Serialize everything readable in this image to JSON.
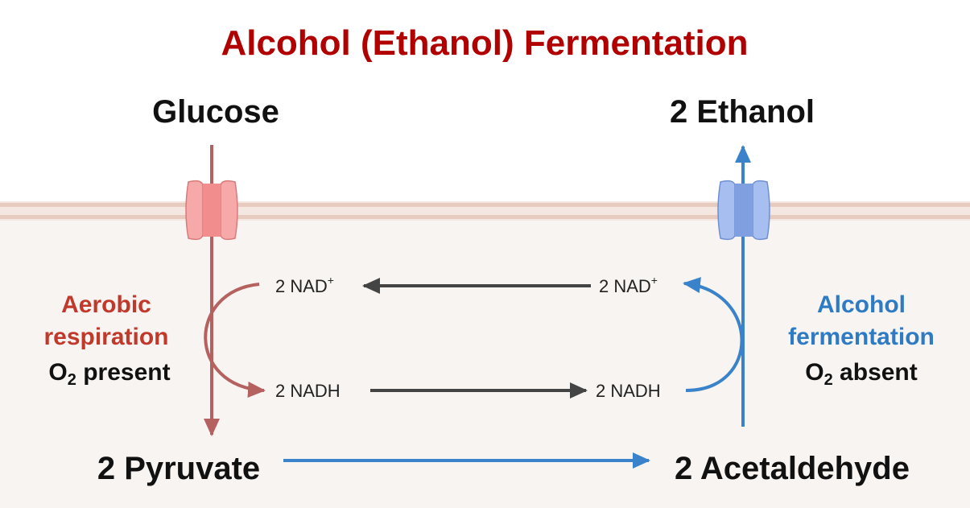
{
  "title": "Alcohol (Ethanol) Fermentation",
  "nodes": {
    "glucose": "Glucose",
    "ethanol": "2 Ethanol",
    "pyruvate": "2 Pyruvate",
    "acetaldehyde": "2 Acetaldehyde"
  },
  "cofactors": {
    "nad_left": "2 NAD",
    "nad_right": "2 NAD",
    "nad_charge": "+",
    "nadh_left": "2 NADH",
    "nadh_right": "2 NADH"
  },
  "aerobic": {
    "line1": "Aerobic",
    "line2": "respiration",
    "o2_prefix": "O",
    "o2_sub": "2",
    "o2_suffix": " present"
  },
  "fermentation": {
    "line1": "Alcohol",
    "line2": "fermentation",
    "o2_prefix": "O",
    "o2_sub": "2",
    "o2_suffix": " absent"
  },
  "colors": {
    "title": "#b00000",
    "aerobic_text": "#c0392b",
    "aerobic_arrow": "#b5615f",
    "fermentation_text": "#2e7bc4",
    "fermentation_arrow": "#3a82c9",
    "cofactor_arrow": "#444444",
    "cell_bg": "#f7f4f2",
    "membrane": "#e7cbbf",
    "channel_red": "#f7a8a8",
    "channel_blue": "#a7bff0"
  }
}
